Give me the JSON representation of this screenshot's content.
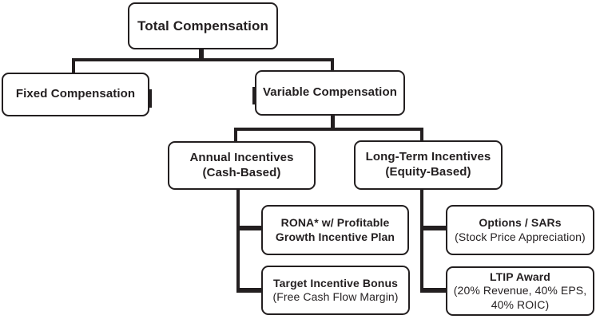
{
  "colors": {
    "line": "#231f20",
    "text": "#231f20",
    "background": "#ffffff",
    "node_fill": "#ffffff"
  },
  "nodes": {
    "total": {
      "line1": "Total Compensation"
    },
    "fixed": {
      "line1": "Fixed Compensation"
    },
    "variable": {
      "line1": "Variable Compensation"
    },
    "annual": {
      "line1": "Annual Incentives",
      "line2": "(Cash-Based)"
    },
    "longterm": {
      "line1": "Long-Term Incentives",
      "line2": "(Equity-Based)"
    },
    "rona": {
      "line1": "RONA* w/ Profitable",
      "line2": "Growth Incentive Plan"
    },
    "target": {
      "line1": "Target Incentive Bonus",
      "line2": "(Free Cash Flow Margin)"
    },
    "options": {
      "line1": "Options / SARs",
      "line2": "(Stock Price Appreciation)"
    },
    "ltip": {
      "line1": "LTIP Award",
      "line2": "(20% Revenue, 40% EPS,",
      "line3": "40% ROIC)"
    }
  },
  "edges": [
    {
      "from": "Total Compensation",
      "to": "Fixed Compensation"
    },
    {
      "from": "Total Compensation",
      "to": "Variable Compensation"
    },
    {
      "from": "Variable Compensation",
      "to": "Annual Incentives (Cash-Based)"
    },
    {
      "from": "Variable Compensation",
      "to": "Long-Term Incentives (Equity-Based)"
    },
    {
      "from": "Annual Incentives (Cash-Based)",
      "to": "RONA* w/ Profitable Growth Incentive Plan"
    },
    {
      "from": "Annual Incentives (Cash-Based)",
      "to": "Target Incentive Bonus (Free Cash Flow Margin)"
    },
    {
      "from": "Long-Term Incentives (Equity-Based)",
      "to": "Options / SARs (Stock Price Appreciation)"
    },
    {
      "from": "Long-Term Incentives (Equity-Based)",
      "to": "LTIP Award (20% Revenue, 40% EPS, 40% ROIC)"
    }
  ]
}
